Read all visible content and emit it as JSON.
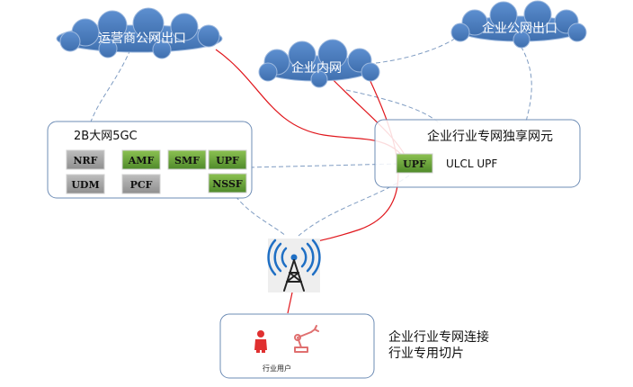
{
  "clouds": {
    "operator_internet": "运营商公网出口",
    "enterprise_intranet": "企业内网",
    "enterprise_internet": "企业公网出口"
  },
  "core_network": {
    "title": "2B大网5GC",
    "functions": {
      "nrf": "NRF",
      "amf": "AMF",
      "smf": "SMF",
      "upf": "UPF",
      "udm": "UDM",
      "pcf": "PCF",
      "nssf": "NSSF"
    }
  },
  "dedicated_network": {
    "title": "企业行业专网独享网元",
    "upf_label": "UPF",
    "ulcl_text": "ULCL   UPF"
  },
  "user_box": {
    "label": "行业用户"
  },
  "slice_note": {
    "line1": "企业行业专网连接",
    "line2": "行业专用切片"
  },
  "colors": {
    "cloud_fill": "#4f81bd",
    "box_border": "#6d8cb5",
    "nf_gray": "#a6a6a6",
    "nf_green": "#70a83f",
    "red_line": "#e0161c",
    "dash_line": "#7f9cc2",
    "robot_red": "#e03030"
  },
  "icons": {
    "tower": "antenna-tower-icon",
    "person": "worker-icon",
    "robot": "robot-arm-icon"
  }
}
